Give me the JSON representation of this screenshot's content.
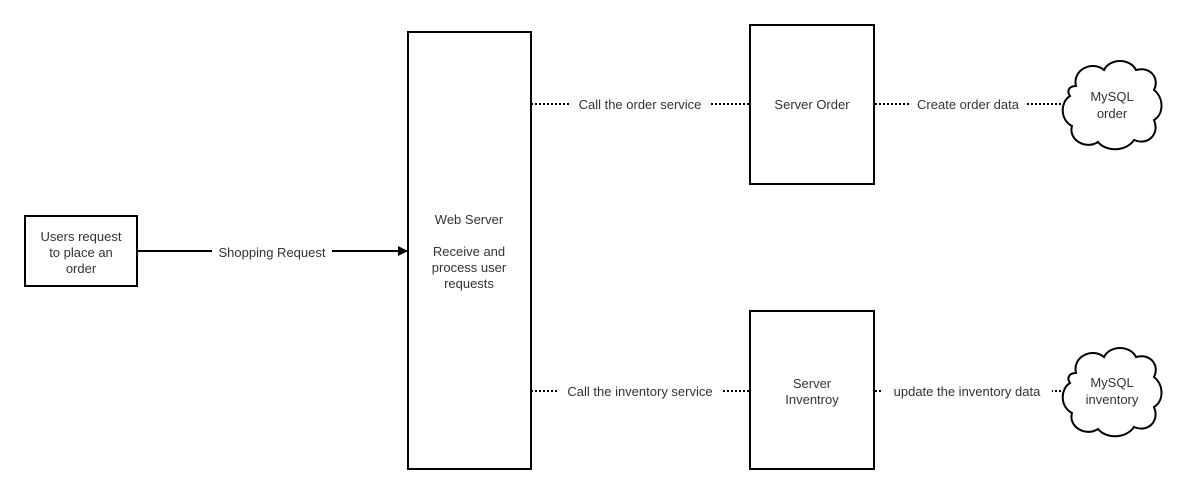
{
  "nodes": {
    "users": {
      "lines": [
        "Users request",
        "to place an",
        "order"
      ]
    },
    "web_server": {
      "title": "Web Server",
      "lines": [
        "Receive and",
        "process user",
        "requests"
      ]
    },
    "server_order": {
      "label": "Server Order"
    },
    "server_inventory": {
      "lines": [
        "Server",
        "Inventroy"
      ]
    },
    "mysql_order": {
      "lines": [
        "MySQL",
        "order"
      ]
    },
    "mysql_inventory": {
      "lines": [
        "MySQL",
        "inventory"
      ]
    }
  },
  "edges": {
    "shopping_request": "Shopping Request",
    "call_order": "Call the order service",
    "create_order": "Create order data",
    "call_inventory": "Call the inventory service",
    "update_inventory": "update the inventory data"
  },
  "colors": {
    "stroke": "#000000",
    "text": "#333333",
    "background": "#ffffff"
  }
}
